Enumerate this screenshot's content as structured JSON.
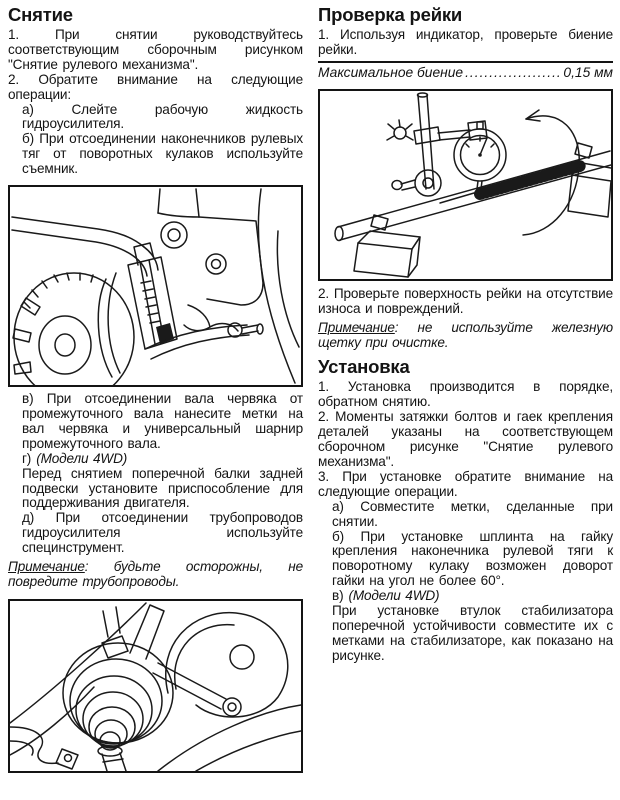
{
  "left": {
    "title": "Снятие",
    "item1": "1. При снятии руководствуйтесь соответствующим сборочным рисунком \"Снятие рулевого механизма\".",
    "item2": "2. Обратите внимание на следующие операции:",
    "sub_a": "а) Слейте рабочую жидкость гидроусилителя.",
    "sub_b": "б) При отсоединении наконечников рулевых тяг от поворотных кулаков используйте съемник.",
    "sub_v": "в) При отсоединении вала червяка от промежуточного вала нанесите метки на вал червяка и универсальный шарнир промежуточного вала.",
    "sub_g_label": "г)",
    "sub_g_models": "(Модели 4WD)",
    "sub_g_text": "Перед снятием поперечной балки задней подвески установите приспособление для поддерживания двигателя.",
    "sub_d": "д) При отсоединении трубопроводов гидроусилителя используйте специнструмент.",
    "note_label": "Примечание",
    "note_rest": ": будьте осторожны, не повредите трубопроводы."
  },
  "right": {
    "check_title": "Проверка рейки",
    "check_item1": "1. Используя индикатор, проверьте биение рейки.",
    "spec_label": "Максимальное биение",
    "spec_dots": "........................................................",
    "spec_value": "0,15 мм",
    "check_item2": "2. Проверьте поверхность рейки на отсутствие износа и повреждений.",
    "note_label": "Примечание",
    "note_rest": ": не используйте железную щетку при очистке.",
    "install_title": "Установка",
    "install_item1": "1. Установка производится в порядке, обратном снятию.",
    "install_item2": "2. Моменты затяжки болтов и гаек крепления деталей указаны на соответствующем сборочном рисунке \"Снятие рулевого механизма\".",
    "install_item3": "3. При установке обратите внимание на следующие операции.",
    "sub_a": "а) Совместите метки, сделанные при снятии.",
    "sub_b": "б) При установке шплинта на гайку крепления наконечника рулевой тяги к поворотному кулаку возможен доворот гайки на угол не более 60°.",
    "sub_v_label": "в)",
    "sub_v_models": "(Модели 4WD)",
    "sub_v_text": "При установке втулок стабилизатора поперечной устойчивости совместите их с метками на стабилизаторе, как показано на рисунке."
  },
  "colors": {
    "ink": "#141414",
    "paper": "#ffffff"
  }
}
